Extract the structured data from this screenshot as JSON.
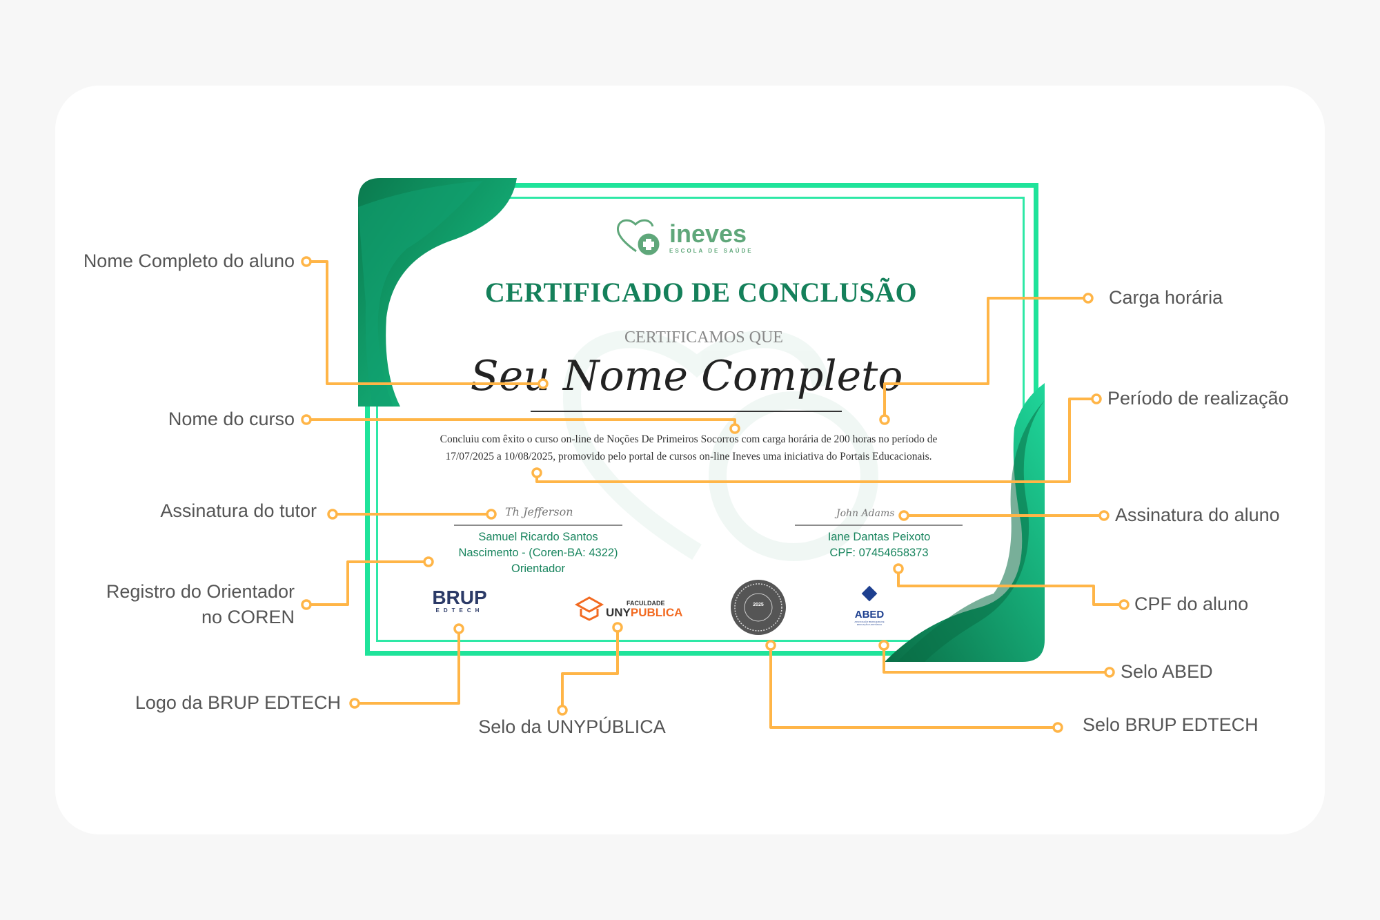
{
  "colors": {
    "accent": "#FFB547",
    "brand_green": "#14805a",
    "frame": "#1fe39a",
    "label": "#555555"
  },
  "certificate": {
    "logo": {
      "name": "ineves",
      "tagline": "ESCOLA DE SAÚDE",
      "icon": "heart-plus-icon"
    },
    "title": "CERTIFICADO DE CONCLUSÃO",
    "subtitle": "CERTIFICAMOS QUE",
    "student_name": "Seu Nome Completo",
    "body": "Concluiu com êxito o curso on-line de Noções De Primeiros Socorros com carga horária de 200 horas no período de 17/07/2025 a 10/08/2025, promovido pelo portal de cursos on-line Ineves uma iniciativa do Portais Educacionais.",
    "tutor": {
      "signature": "Th Jefferson",
      "name": "Samuel Ricardo Santos",
      "registry": "Nascimento - (Coren-BA: 4322)",
      "role": "Orientador"
    },
    "student": {
      "signature": "John Adams",
      "name": "Iane Dantas Peixoto",
      "cpf": "CPF: 07454658373"
    },
    "seals": {
      "brup": "BRUP",
      "brup_sub": "EDTECH",
      "uny_top": "FACULDADE",
      "uny_a": "UNY",
      "uny_b": "PUBLICA",
      "seal_year": "2025",
      "abed": "ABED",
      "abed_sub": "ASSOCIAÇÃO BRASILEIRA DE EDUCAÇÃO A DISTÂNCIA"
    }
  },
  "annotations": {
    "full_name": "Nome Completo do aluno",
    "course_name": "Nome do curso",
    "workload": "Carga horária",
    "period": "Período de realização",
    "tutor_signature": "Assinatura do tutor",
    "student_signature": "Assinatura do aluno",
    "coren_line1": "Registro do Orientador",
    "coren_line2": "no COREN",
    "cpf": "CPF do aluno",
    "brup_logo": "Logo da BRUP EDTECH",
    "uny_seal": "Selo da UNYPÚBLICA",
    "brup_seal": "Selo BRUP EDTECH",
    "abed_seal": "Selo ABED"
  }
}
